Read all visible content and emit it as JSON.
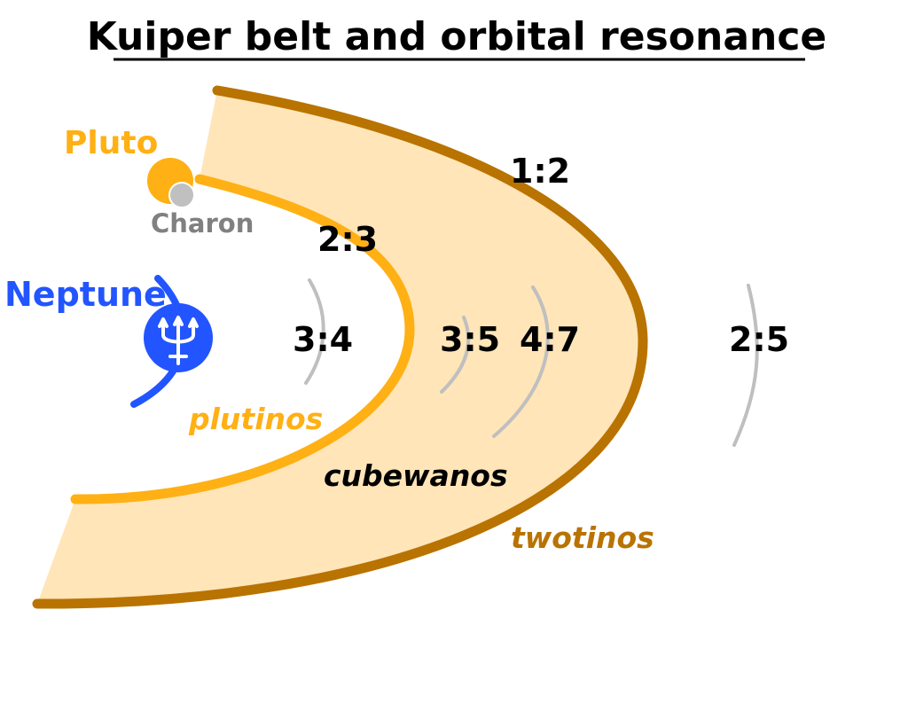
{
  "title": "Kuiper belt and orbital resonance",
  "bodies": {
    "pluto": {
      "label": "Pluto",
      "color": "#FFB014"
    },
    "charon": {
      "label": "Charon",
      "color": "#808080",
      "moon_color": "#C0C0C0"
    },
    "neptune": {
      "label": "Neptune",
      "color": "#2255FF",
      "symbol": "♆"
    }
  },
  "resonances": {
    "r_1_2": "1:2",
    "r_2_3": "2:3",
    "r_3_4": "3:4",
    "r_3_5": "3:5",
    "r_4_7": "4:7",
    "r_2_5": "2:5"
  },
  "groups": {
    "plutinos": {
      "label": "plutinos",
      "color": "#FFB014"
    },
    "cubewanos": {
      "label": "cubewanos",
      "color": "#000000"
    },
    "twotinos": {
      "label": "twotinos",
      "color": "#B87300"
    }
  },
  "colors": {
    "belt_fill": "#FFE5B8",
    "outer_orbit": "#B87300",
    "inner_orbit": "#FFB014",
    "resonance_arc": "#BFBFBF",
    "text": "#000000"
  }
}
